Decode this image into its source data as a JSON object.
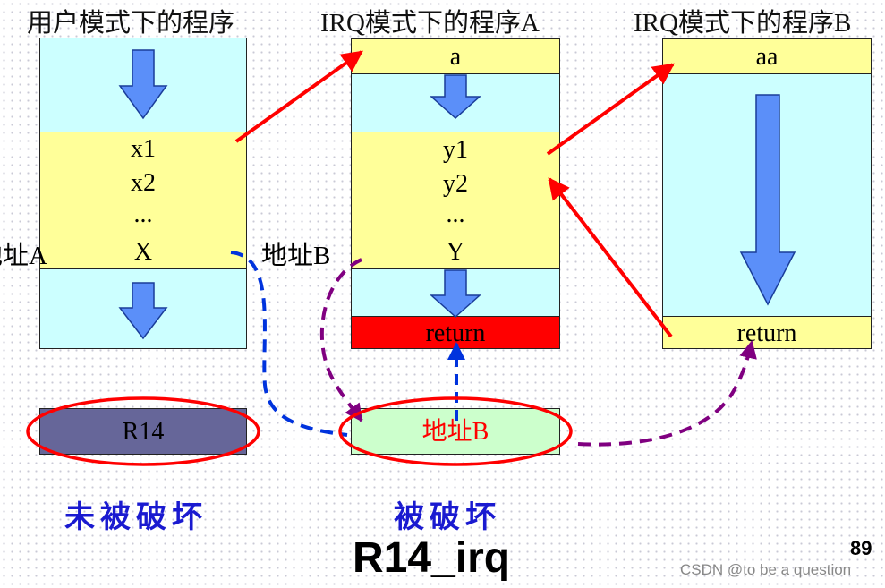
{
  "titles": {
    "user": "用户模式下的程序",
    "irq_a": "IRQ模式下的程序A",
    "irq_b": "IRQ模式下的程序B"
  },
  "user_stack": {
    "rows": [
      "x1",
      "x2",
      "...",
      "X"
    ]
  },
  "irq_a_stack": {
    "rows": [
      "a",
      "y1",
      "y2",
      "...",
      "Y",
      "return"
    ]
  },
  "irq_b_stack": {
    "rows": [
      "aa",
      "return"
    ]
  },
  "labels": {
    "address_a": "地址A",
    "address_b": "地址B"
  },
  "registers": {
    "user": {
      "text": "R14",
      "status": "未被破坏"
    },
    "irq": {
      "text": "地址B",
      "status": "被破坏"
    }
  },
  "caption": "R14_irq",
  "page_number": "89",
  "watermark": "CSDN @to be a question",
  "colors": {
    "stack_fill": "#ccffff",
    "row_fill": "#ffff99",
    "return_fill": "#ff0000",
    "register_r14_fill": "#666699",
    "register_addr_fill": "#ccffcc",
    "arrow_red": "#ff0000",
    "arrow_blue_fill": "#5b8ff9",
    "dashed_blue": "#0033dd",
    "dashed_purple": "#800080",
    "status_text": "#1a1ad0"
  }
}
